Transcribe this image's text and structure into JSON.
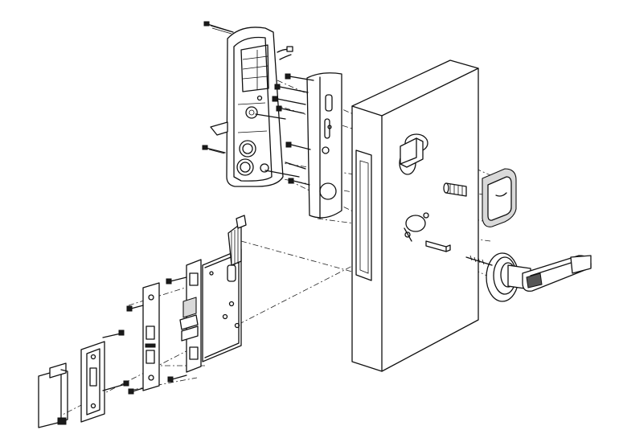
{
  "diagram": {
    "components": [
      {
        "name": "door-panel",
        "icon": "door"
      },
      {
        "name": "outside-escutcheon",
        "icon": "lock-body-front"
      },
      {
        "name": "mounting-plate",
        "icon": "gasket-plate"
      },
      {
        "name": "card-reader-cover",
        "icon": "reader-cover"
      },
      {
        "name": "lever-handle",
        "icon": "lever"
      },
      {
        "name": "rosette",
        "icon": "rose"
      },
      {
        "name": "spindle",
        "icon": "spindle"
      },
      {
        "name": "mortise-lock-body",
        "icon": "mortise"
      },
      {
        "name": "faceplate",
        "icon": "faceplate"
      },
      {
        "name": "strike-plate",
        "icon": "strike"
      },
      {
        "name": "strike-box",
        "icon": "box"
      },
      {
        "name": "screws",
        "icon": "screw"
      },
      {
        "name": "ribbon-cable",
        "icon": "cable"
      }
    ]
  }
}
